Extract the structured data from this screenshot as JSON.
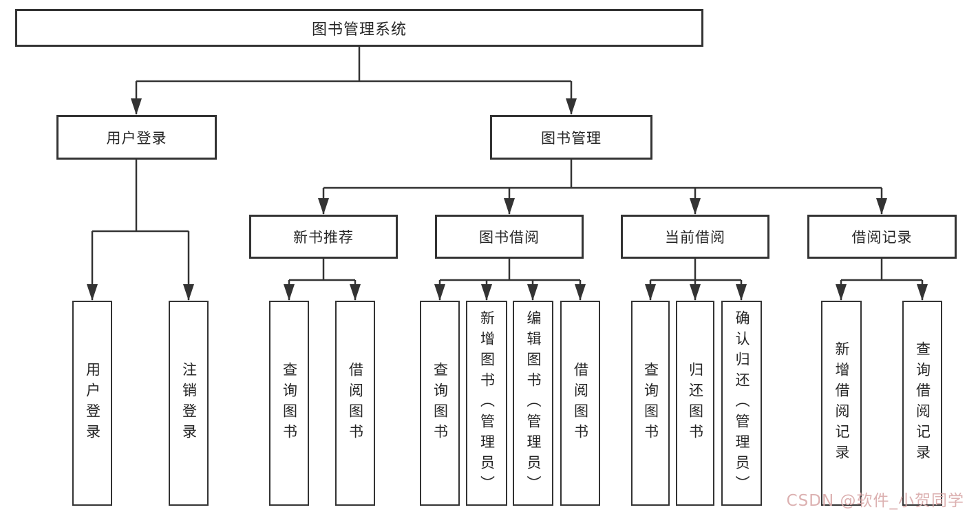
{
  "diagram": {
    "title": "图书管理系统",
    "colors": {
      "line": "#333333",
      "box_border": "#333333",
      "text": "#262626",
      "background": "#ffffff",
      "watermark": "#d9a9a9"
    },
    "nodes": {
      "root": "图书管理系统",
      "user_login": "用户登录",
      "book_mgmt": "图书管理",
      "new_book_rec": "新书推荐",
      "book_borrow": "图书借阅",
      "current_borrow": "当前借阅",
      "borrow_record": "借阅记录",
      "leaf_login": "用户登录",
      "leaf_logout": "注销登录",
      "leaf_rec_query": "查询图书",
      "leaf_rec_borrow": "借阅图书",
      "leaf_bor_query": "查询图书",
      "leaf_bor_add": "新增图书（管理员）",
      "leaf_bor_edit": "编辑图书（管理员）",
      "leaf_bor_borrow": "借阅图书",
      "leaf_cur_query": "查询图书",
      "leaf_cur_return": "归还图书",
      "leaf_cur_confirm": "确认归还（管理员）",
      "leaf_record_add": "新增借阅记录",
      "leaf_record_query": "查询借阅记录"
    }
  },
  "watermark": {
    "text": "CSDN @软件_小贺同学"
  }
}
